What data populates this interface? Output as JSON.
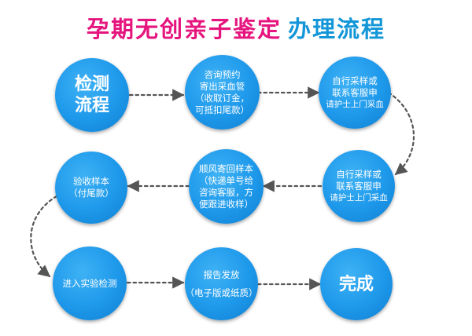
{
  "title": {
    "part1": "孕期无创亲子鉴定",
    "part2": "办理流程"
  },
  "nodes": [
    {
      "id": "n1",
      "lines": [
        "检测",
        "流程"
      ]
    },
    {
      "id": "n2",
      "lines": [
        "咨询预约",
        "寄出采血管",
        "（收取订金，",
        "可抵扣尾款）"
      ]
    },
    {
      "id": "n3",
      "lines": [
        "自行采样或",
        "联系客服申",
        "请护士上门采血"
      ]
    },
    {
      "id": "n4",
      "lines": [
        "自行采样或",
        "联系客服申",
        "请护士上门采血"
      ]
    },
    {
      "id": "n5",
      "lines": [
        "顺风寄回样本",
        "（快递单号给",
        "咨询客服，方",
        "便跟进收样）"
      ]
    },
    {
      "id": "n6",
      "lines": [
        "验收样本",
        "（付尾款）"
      ]
    },
    {
      "id": "n7",
      "lines": [
        "进入实验检测"
      ]
    },
    {
      "id": "n8",
      "lines": [
        "报告发放",
        "（电子版或纸质）"
      ]
    },
    {
      "id": "n9",
      "lines": [
        "完成"
      ]
    }
  ],
  "colors": {
    "title_pink": "#e6147e",
    "title_blue": "#1296d8",
    "node_blue": "#1d98ea",
    "arrow": "#555555"
  }
}
